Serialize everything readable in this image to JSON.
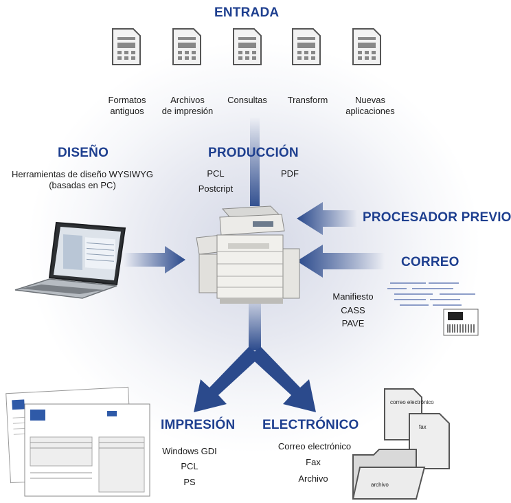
{
  "entrada": {
    "title": "ENTRADA",
    "items": [
      {
        "line1": "Formatos",
        "line2": "antiguos"
      },
      {
        "line1": "Archivos",
        "line2": "de impresión"
      },
      {
        "line1": "Consultas",
        "line2": ""
      },
      {
        "line1": "Transform",
        "line2": ""
      },
      {
        "line1": "Nuevas",
        "line2": "aplicaciones"
      }
    ]
  },
  "diseno": {
    "title": "DISEÑO",
    "line1": "Herramientas de diseño WYSIWYG",
    "line2": "(basadas en PC)"
  },
  "produccion": {
    "title": "PRODUCCIÓN",
    "pcl": "PCL",
    "postscript": "Postcript",
    "pdf": "PDF"
  },
  "procesador": {
    "title": "PROCESADOR PREVIO"
  },
  "correo": {
    "title": "CORREO",
    "items": [
      "Manifiesto",
      "CASS",
      "PAVE"
    ]
  },
  "impresion": {
    "title": "IMPRESIÓN",
    "items": [
      "Windows GDI",
      "PCL",
      "PS"
    ]
  },
  "electronico": {
    "title": "ELECTRÓNICO",
    "items": [
      "Correo electrónico",
      "Fax",
      "Archivo"
    ]
  },
  "files": {
    "doc1": "correo electrónico",
    "doc2": "fax",
    "folder": "archivo"
  },
  "colors": {
    "heading": "#1e3f8f",
    "arrow": "#2b4a8c",
    "icon_fill": "#f2f2f2",
    "icon_stroke": "#555555"
  }
}
